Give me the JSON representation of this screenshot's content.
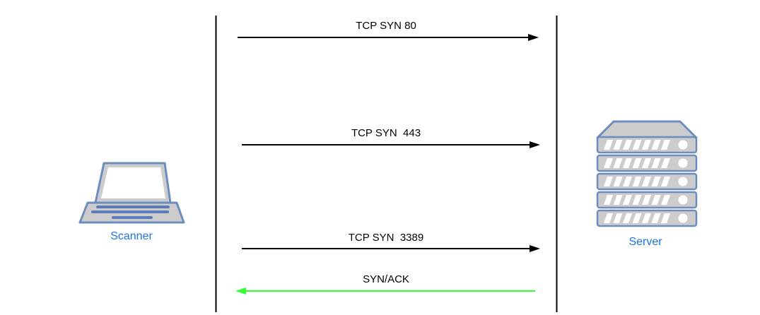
{
  "diagram": {
    "type": "sequence",
    "actors": [
      {
        "id": "scanner",
        "label": "Scanner",
        "icon": "laptop-icon"
      },
      {
        "id": "server",
        "label": "Server",
        "icon": "server-rack-icon"
      }
    ],
    "messages": [
      {
        "label": "TCP SYN 80",
        "from": "Scanner",
        "to": "Server",
        "direction": "right",
        "arrow_color": "#000000"
      },
      {
        "label": "TCP SYN  443",
        "from": "Scanner",
        "to": "Server",
        "direction": "right",
        "arrow_color": "#000000"
      },
      {
        "label": "TCP SYN  3389",
        "from": "Scanner",
        "to": "Server",
        "direction": "right",
        "arrow_color": "#000000"
      },
      {
        "label": "SYN/ACK",
        "from": "Server",
        "to": "Scanner",
        "direction": "left",
        "arrow_color": "#33FF33"
      }
    ],
    "colors": {
      "message_arrow": "#000000",
      "reply_arrow_green": "#33FF33",
      "actor_label_blue": "#1A73E8",
      "icon_stroke_blue": "#6C8EBF",
      "icon_fill_gray": "#CCCCCC",
      "lifeline": "#000000"
    }
  }
}
